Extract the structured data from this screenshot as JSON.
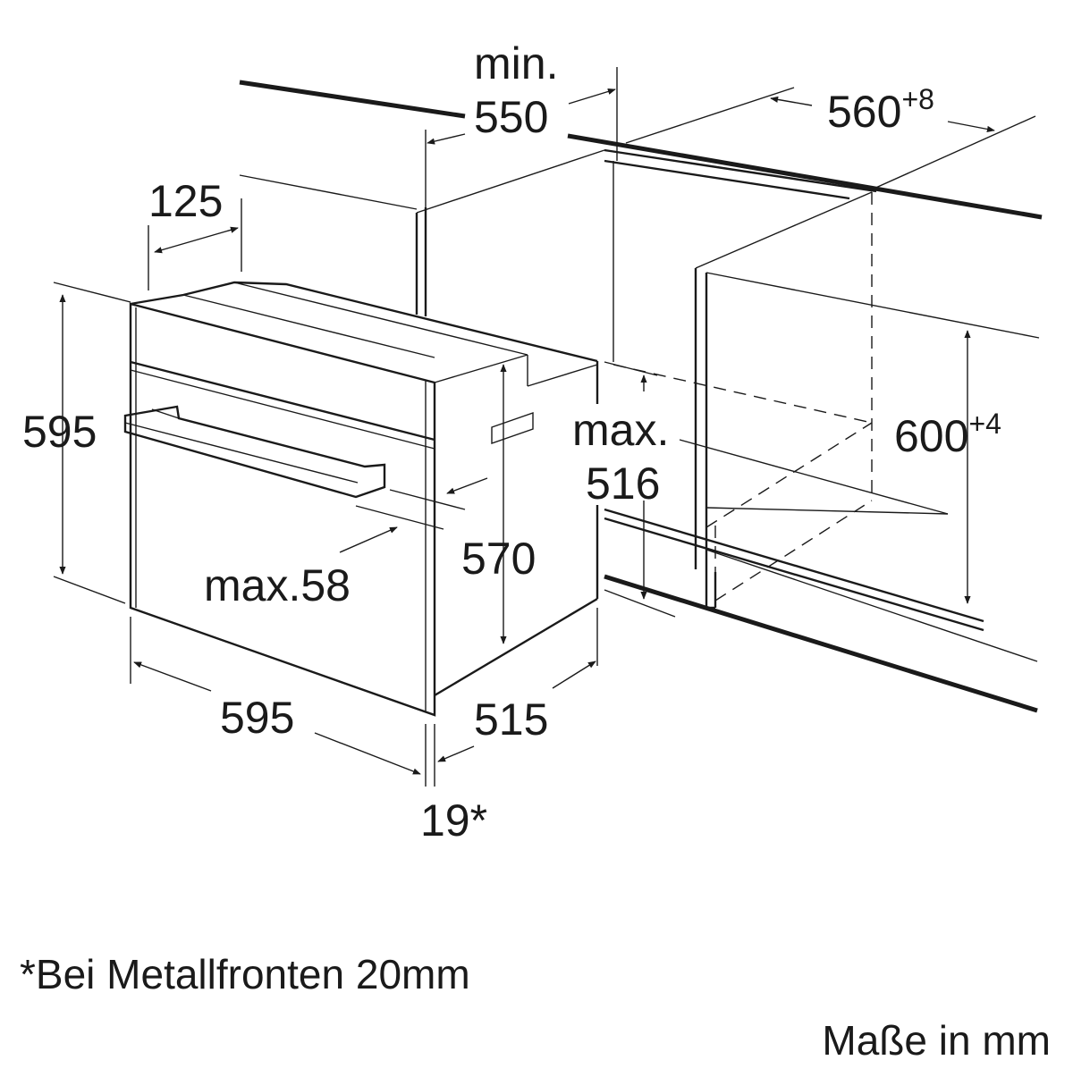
{
  "diagram": {
    "colors": {
      "line": "#1a1a1a",
      "background": "#ffffff"
    },
    "dimensions": {
      "min_label": "min.",
      "min_value": "550",
      "niche_width": "560",
      "niche_width_tol": "+8",
      "top_depth": "125",
      "front_height": "595",
      "front_width": "595",
      "max_label": "max.",
      "max_value": "516",
      "niche_height": "600",
      "niche_height_tol": "+4",
      "body_height": "570",
      "handle_depth": "max.58",
      "body_depth": "515",
      "front_thickness": "19*"
    },
    "footnote": "*Bei Metallfronten 20mm",
    "units_note": "Maße in mm"
  }
}
